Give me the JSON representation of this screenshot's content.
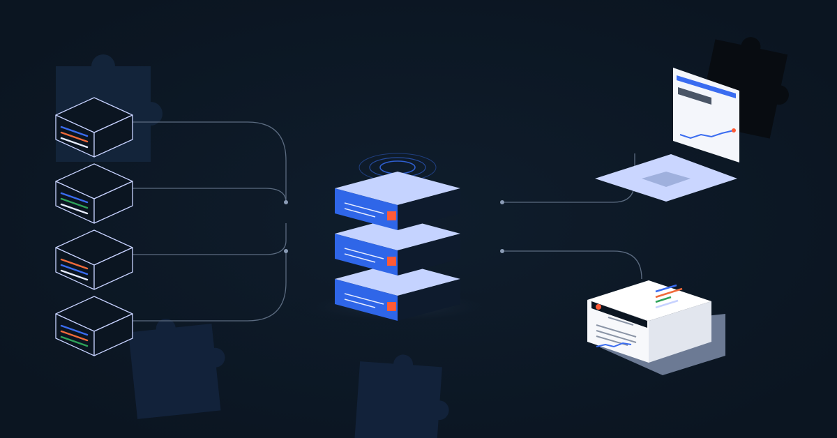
{
  "colors": {
    "background": "#0b1521",
    "background_center": "#0f1d2c",
    "puzzle": "#13243a",
    "puzzle_dark": "#0a0e14",
    "outline": "#c7d2ff",
    "connector": "#5b6b80",
    "connector_dot": "#8a9bb5",
    "server_top": "#c5d3ff",
    "server_front": "#2f66e8",
    "server_side": "#0e1b2d",
    "server_led": "#ff5a36",
    "line_blue": "#3a6cf0",
    "line_orange": "#f06a3a",
    "line_green": "#2fa35a",
    "line_white": "#e6ecff",
    "laptop_base": "#cad6ff",
    "laptop_screen": "#f4f6fb",
    "laptop_pad": "#9fb0dd",
    "printer_body": "#ffffff",
    "printer_side": "#e2e6ee",
    "printer_shadow": "#6c7a94",
    "text_gray": "#8a94a6"
  },
  "icons": {
    "source_boxes": "cube-outline-icon",
    "hub": "server-stack-icon",
    "signal": "wireless-signal-icon",
    "laptop": "laptop-icon",
    "printer": "printer-report-icon",
    "puzzle": "puzzle-piece-icon"
  },
  "sources": [
    {
      "stripes": [
        "line_blue",
        "line_orange",
        "line_white"
      ]
    },
    {
      "stripes": [
        "line_blue",
        "line_green",
        "line_white"
      ]
    },
    {
      "stripes": [
        "line_orange",
        "line_blue",
        "line_white"
      ]
    },
    {
      "stripes": [
        "line_blue",
        "line_orange",
        "line_green"
      ]
    }
  ],
  "server_units": 3,
  "outputs": [
    "laptop",
    "printer"
  ]
}
